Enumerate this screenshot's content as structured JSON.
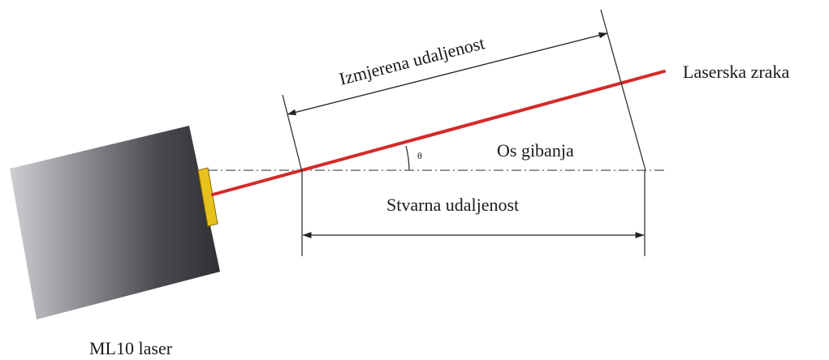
{
  "diagram": {
    "labels": {
      "measured_distance": "Izmjerena udaljenost",
      "laser_beam": "Laserska zraka",
      "angle_symbol": "θ",
      "axis_of_motion": "Os gibanja",
      "actual_distance": "Stvarna udaljenost",
      "laser_device": "ML10 laser"
    },
    "colors": {
      "beam": "#d42a2a",
      "aperture": "#e8c21c",
      "body_dark": "#3a3a3f",
      "body_light": "#c9c9cc",
      "lines": "#333333"
    }
  }
}
